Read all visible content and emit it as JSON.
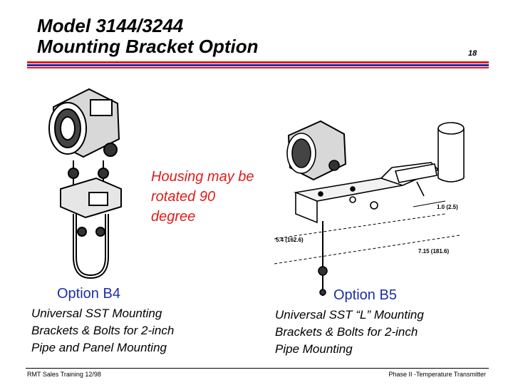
{
  "slide": {
    "title_line1": "Model 3144/3244",
    "title_line2": "Mounting Bracket Option",
    "page_number": "18",
    "callout_line1": "Housing may be",
    "callout_line2": "rotated 90",
    "callout_line3": "degree"
  },
  "option_b4": {
    "label": "Option B4",
    "desc_line1": "Universal SST Mounting",
    "desc_line2": "Brackets & Bolts for 2-inch",
    "desc_line3": "Pipe and Panel Mounting"
  },
  "option_b5": {
    "label": "Option B5",
    "desc_line1": "Universal SST “L” Mounting",
    "desc_line2": "Brackets & Bolts for 2-inch",
    "desc_line3": "Pipe Mounting"
  },
  "dimensions": {
    "dim_1": "1.0 (2.5)",
    "dim_2": "5.4 (162.6)",
    "dim_3": "7.15 (181.6)"
  },
  "footer": {
    "left": "RMT Sales Training 12/98",
    "right": "Phase II -Temperature Transmitter"
  }
}
